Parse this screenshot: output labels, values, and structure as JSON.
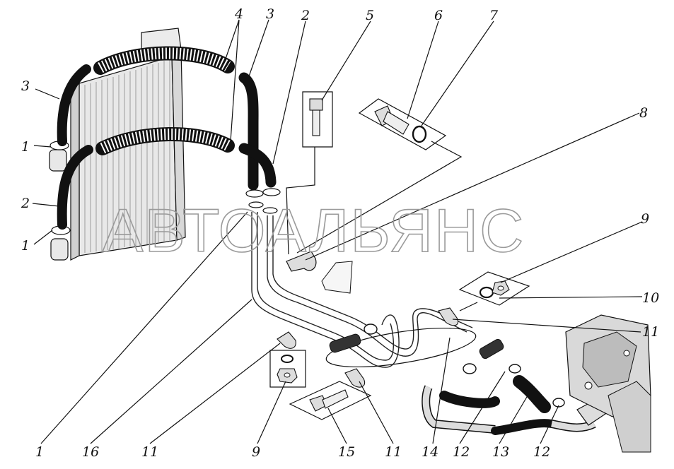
{
  "watermark": "АВТОАЛЬЯНС",
  "callouts": {
    "c1a": "1",
    "c1b": "1",
    "c1c": "1",
    "c2a": "2",
    "c2b": "2",
    "c3a": "3",
    "c3b": "3",
    "c4": "4",
    "c5": "5",
    "c6": "6",
    "c7": "7",
    "c8": "8",
    "c9a": "9",
    "c9b": "9",
    "c10": "10",
    "c11a": "11",
    "c11b": "11",
    "c11c": "11",
    "c12a": "12",
    "c12b": "12",
    "c13": "13",
    "c14": "14",
    "c15": "15",
    "c16": "16"
  }
}
